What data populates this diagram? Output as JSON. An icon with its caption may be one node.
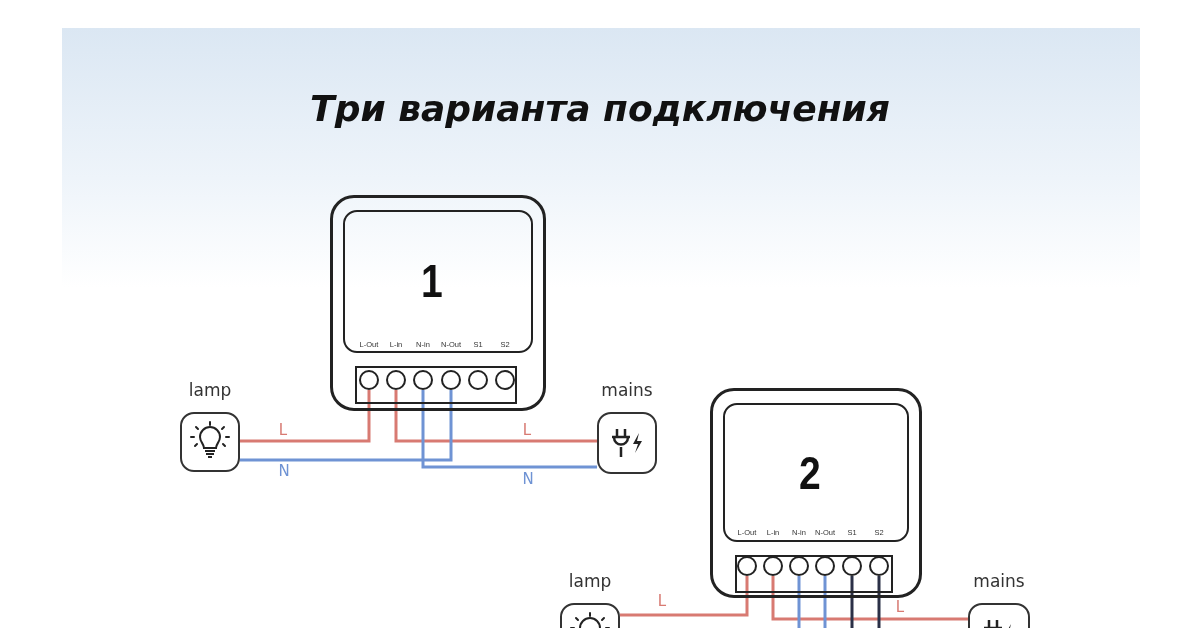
{
  "diagram": {
    "title": "Три варианта подключения",
    "nodes": [
      {
        "text": [
          "1"
        ]
      },
      {
        "text": [],
        "shape": "circle",
        "in": 0
      },
      {
        "text": [],
        "shape": "circle",
        "in": 0
      },
      {
        "text": [],
        "shape": "circle",
        "in": 0
      },
      {
        "text": [],
        "shape": "circle",
        "in": 0
      },
      {
        "text": [],
        "shape": "circle",
        "in": 0
      },
      {
        "text": [],
        "shape": "circle",
        "in": 0
      },
      {
        "text": [
          "lamp"
        ]
      },
      {
        "text": [
          "mains"
        ]
      },
      {
        "text": [
          "2"
        ]
      },
      {
        "text": [],
        "shape": "circle",
        "in": 9
      },
      {
        "text": [],
        "shape": "circle",
        "in": 9
      },
      {
        "text": [],
        "shape": "circle",
        "in": 9
      },
      {
        "text": [],
        "shape": "circle",
        "in": 9
      },
      {
        "text": [],
        "shape": "circle",
        "in": 9
      },
      {
        "text": [],
        "shape": "circle",
        "in": 9
      },
      {
        "text": [
          "lamp"
        ]
      },
      {
        "text": [
          "mains"
        ]
      }
    ],
    "edges": [
      {
        "from": 7,
        "to": 1,
        "arrow": "none",
        "label": "L",
        "color": "#d87a72"
      },
      {
        "from": 2,
        "to": 8,
        "arrow": "none",
        "label": "L",
        "color": "#d87a72"
      },
      {
        "from": 3,
        "to": 8,
        "arrow": "none",
        "label": "N",
        "color": "#6f93d4"
      },
      {
        "from": 4,
        "to": 7,
        "arrow": "none",
        "label": "N",
        "color": "#6f93d4"
      },
      {
        "from": 16,
        "to": 10,
        "arrow": "none",
        "label": "L",
        "color": "#d87a72"
      },
      {
        "from": 11,
        "to": 17,
        "arrow": "none",
        "label": "L",
        "color": "#d87a72"
      },
      {
        "from": 12,
        "to": null,
        "arrow": "none",
        "color": "#6f93d4"
      },
      {
        "from": 13,
        "to": null,
        "arrow": "none",
        "color": "#6f93d4"
      },
      {
        "from": 14,
        "to": null,
        "arrow": "none",
        "color": "#2b3047"
      },
      {
        "from": 15,
        "to": null,
        "arrow": "none",
        "color": "#2b3047"
      }
    ],
    "labels": [
      "L-Out",
      "L-in",
      "N-in",
      "N-Out",
      "S1",
      "S2",
      "L-Out",
      "L-in",
      "N-in",
      "N-Out",
      "S1",
      "S2"
    ]
  }
}
